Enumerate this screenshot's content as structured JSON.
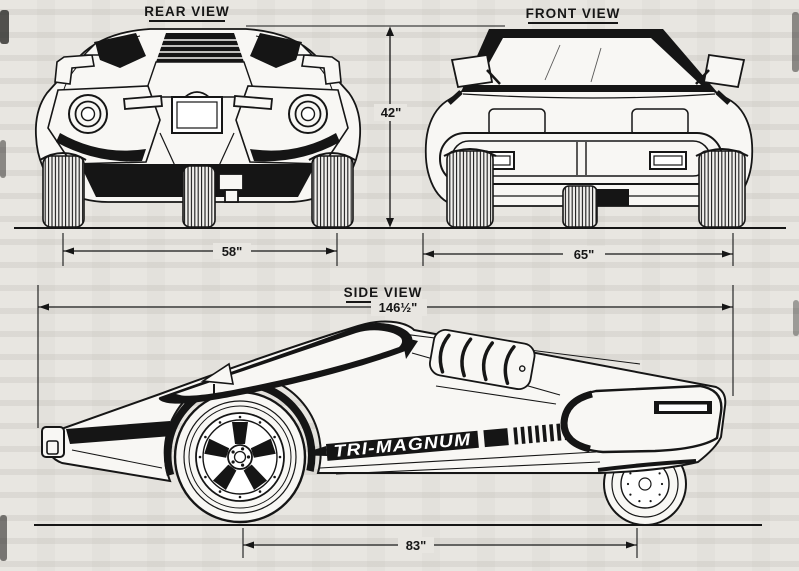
{
  "page": {
    "background": "#e8e6e1",
    "ink": "#161616"
  },
  "views": {
    "rear": {
      "title": "REAR VIEW",
      "width_dim": "58\""
    },
    "front": {
      "title": "FRONT VIEW",
      "width_dim": "65\""
    },
    "side": {
      "title": "SIDE VIEW",
      "overall_length_dim": "146½\"",
      "wheelbase_dim": "83\""
    }
  },
  "shared": {
    "height_dim": "42\""
  },
  "graphics": {
    "vehicle_name": "TRI-MAGNUM"
  }
}
